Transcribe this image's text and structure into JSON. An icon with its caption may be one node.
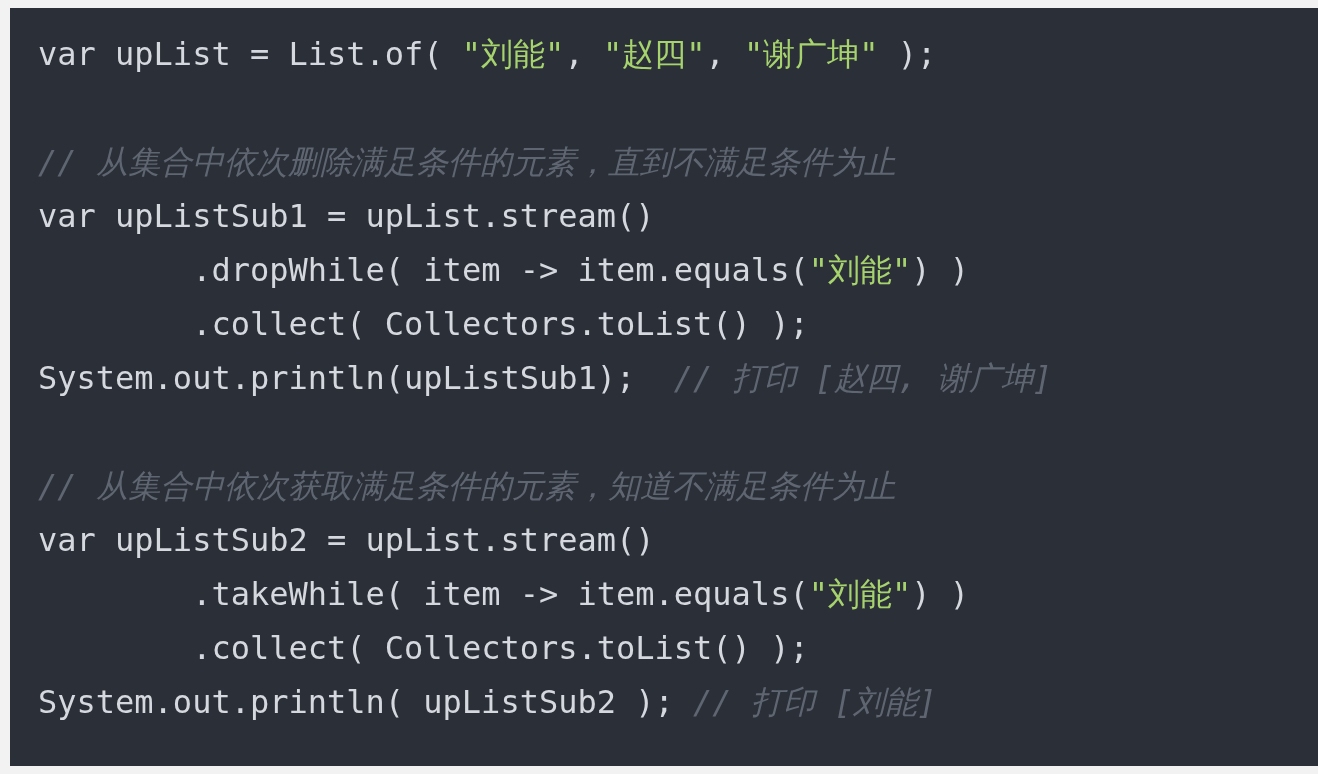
{
  "diagram": {
    "labels": [
      "var upList = List.of( \"刘能\", \"赵四\", \"谢广坤\" );",
      "// 从集合中依次删除满足条件的元素，直到不满足条件为止",
      "var upListSub1 = upList.stream()",
      ".dropWhile( item -> item.equals(\"刘能\") )",
      ".collect( Collectors.toList() );",
      "System.out.println(upListSub1);  // 打印 [赵四, 谢广坤]",
      "// 从集合中依次获取满足条件的元素，知道不满足条件为止",
      "var upListSub2 = upList.stream()",
      ".takeWhile( item -> item.equals(\"刘能\") )",
      ".collect( Collectors.toList() );",
      "System.out.println( upListSub2 ); // 打印 [刘能]"
    ]
  }
}
